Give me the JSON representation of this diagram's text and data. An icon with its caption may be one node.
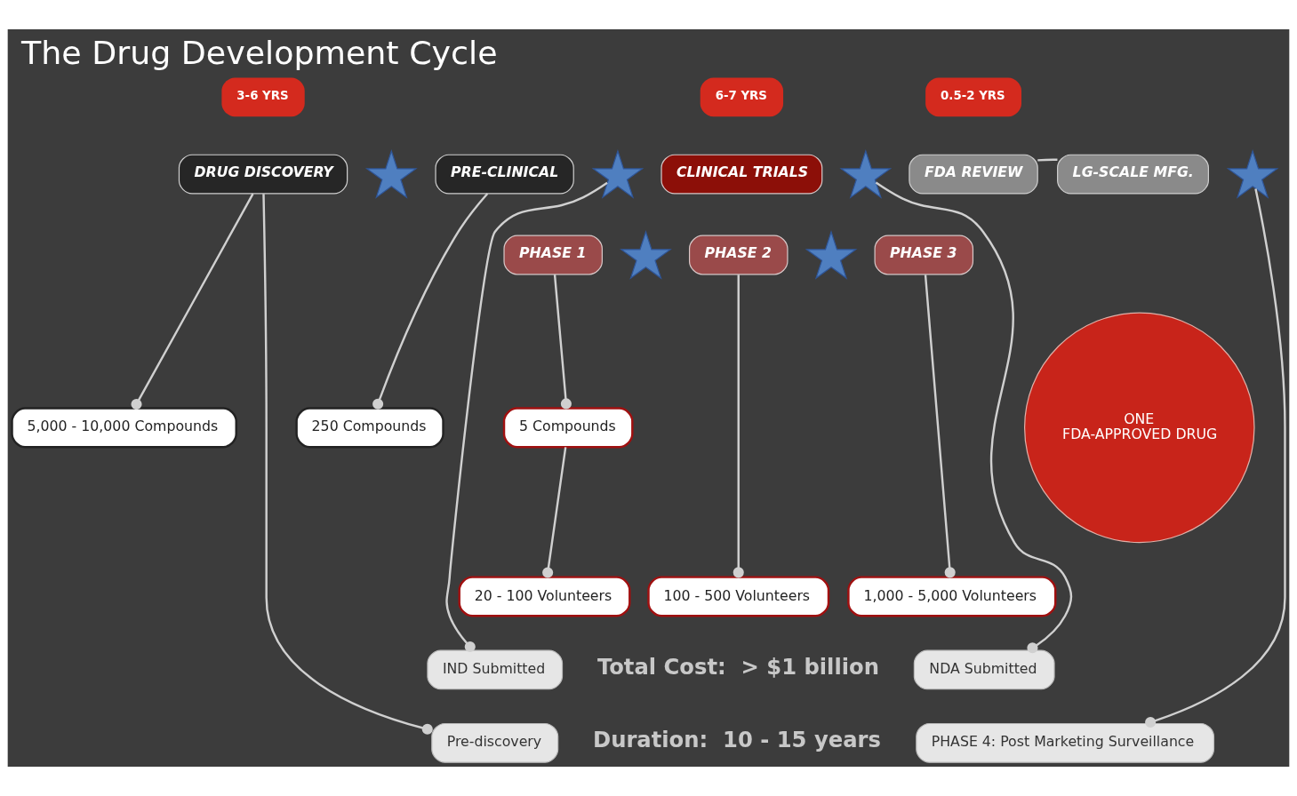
{
  "diagram": {
    "title": "The Drug Development Cycle",
    "nodes": [
      {
        "text": [
          "DRUG DISCOVERY"
        ]
      },
      {
        "text": [],
        "shape": "star"
      },
      {
        "text": [
          "PRE-CLINICAL"
        ]
      },
      {
        "text": [],
        "shape": "star"
      },
      {
        "text": [
          "CLINICAL TRIALS"
        ]
      },
      {
        "text": [],
        "shape": "star"
      },
      {
        "text": [
          "FDA REVIEW"
        ]
      },
      {
        "text": [
          "LG-SCALE MFG."
        ]
      },
      {
        "text": [],
        "shape": "star"
      },
      {
        "text": [
          "PHASE 1"
        ]
      },
      {
        "text": [],
        "shape": "star"
      },
      {
        "text": [
          "PHASE 2"
        ]
      },
      {
        "text": [],
        "shape": "star"
      },
      {
        "text": [
          "PHASE 3"
        ]
      },
      {
        "text": [
          "5,000 - 10,000 Compounds"
        ]
      },
      {
        "text": [
          "250 Compounds"
        ]
      },
      {
        "text": [
          "5 Compounds"
        ]
      },
      {
        "text": [
          "ONE FDA-APPROVED DRUG"
        ]
      },
      {
        "text": [
          "20 - 100 Volunteers"
        ]
      },
      {
        "text": [
          "100 - 500 Volunteers"
        ]
      },
      {
        "text": [
          "1,000 - 5,000 Volunteers"
        ]
      },
      {
        "text": [
          "IND Submitted"
        ]
      },
      {
        "text": [
          "NDA Submitted"
        ]
      },
      {
        "text": [
          "Pre-discovery"
        ]
      },
      {
        "text": [
          "PHASE 4: Post Marketing Surveillance"
        ]
      }
    ],
    "edges": [
      {
        "from": 0,
        "to": 14,
        "arrow": "other"
      },
      {
        "from": 2,
        "to": 15,
        "arrow": "other"
      },
      {
        "from": 9,
        "to": 16,
        "arrow": "other"
      },
      {
        "from": 16,
        "to": 18,
        "arrow": "other"
      },
      {
        "from": 11,
        "to": 19,
        "arrow": "other"
      },
      {
        "from": 13,
        "to": 20,
        "arrow": "other"
      },
      {
        "from": 6,
        "to": 7,
        "arrow": "none"
      },
      {
        "from": 3,
        "to": 21,
        "arrow": "other"
      },
      {
        "from": 5,
        "to": 22,
        "arrow": "other"
      },
      {
        "from": 8,
        "to": 24,
        "arrow": "other"
      },
      {
        "from": 0,
        "to": 23,
        "arrow": "other"
      }
    ],
    "labels": [
      "3-6 YRS",
      "6-7 YRS",
      "0.5-2 YRS",
      "Total Cost:  > $1 billion",
      "Duration:  10 - 15 years"
    ]
  }
}
